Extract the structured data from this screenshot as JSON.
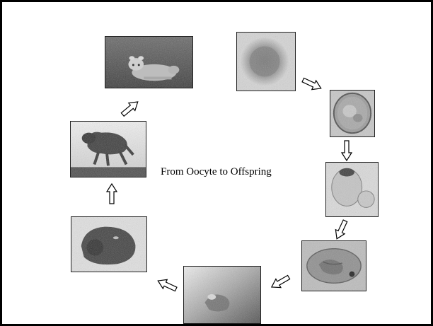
{
  "title": "From Oocyte to Offspring",
  "stages": [
    {
      "id": "oocyte",
      "icon": "oocyte-photo"
    },
    {
      "id": "zygote",
      "icon": "zygote-photo"
    },
    {
      "id": "blastocyst",
      "icon": "blastocyst-photo"
    },
    {
      "id": "early-embryo",
      "icon": "early-embryo-photo"
    },
    {
      "id": "embryo-ultrasound",
      "icon": "embryo-ultrasound-photo"
    },
    {
      "id": "fetus-early",
      "icon": "early-fetus-photo"
    },
    {
      "id": "fetus-late",
      "icon": "late-fetus-photo"
    },
    {
      "id": "calf",
      "icon": "calf-photo"
    }
  ],
  "arrow_icon": "hollow-arrow-icon",
  "colors": {
    "border": "#000000",
    "background": "#ffffff"
  }
}
